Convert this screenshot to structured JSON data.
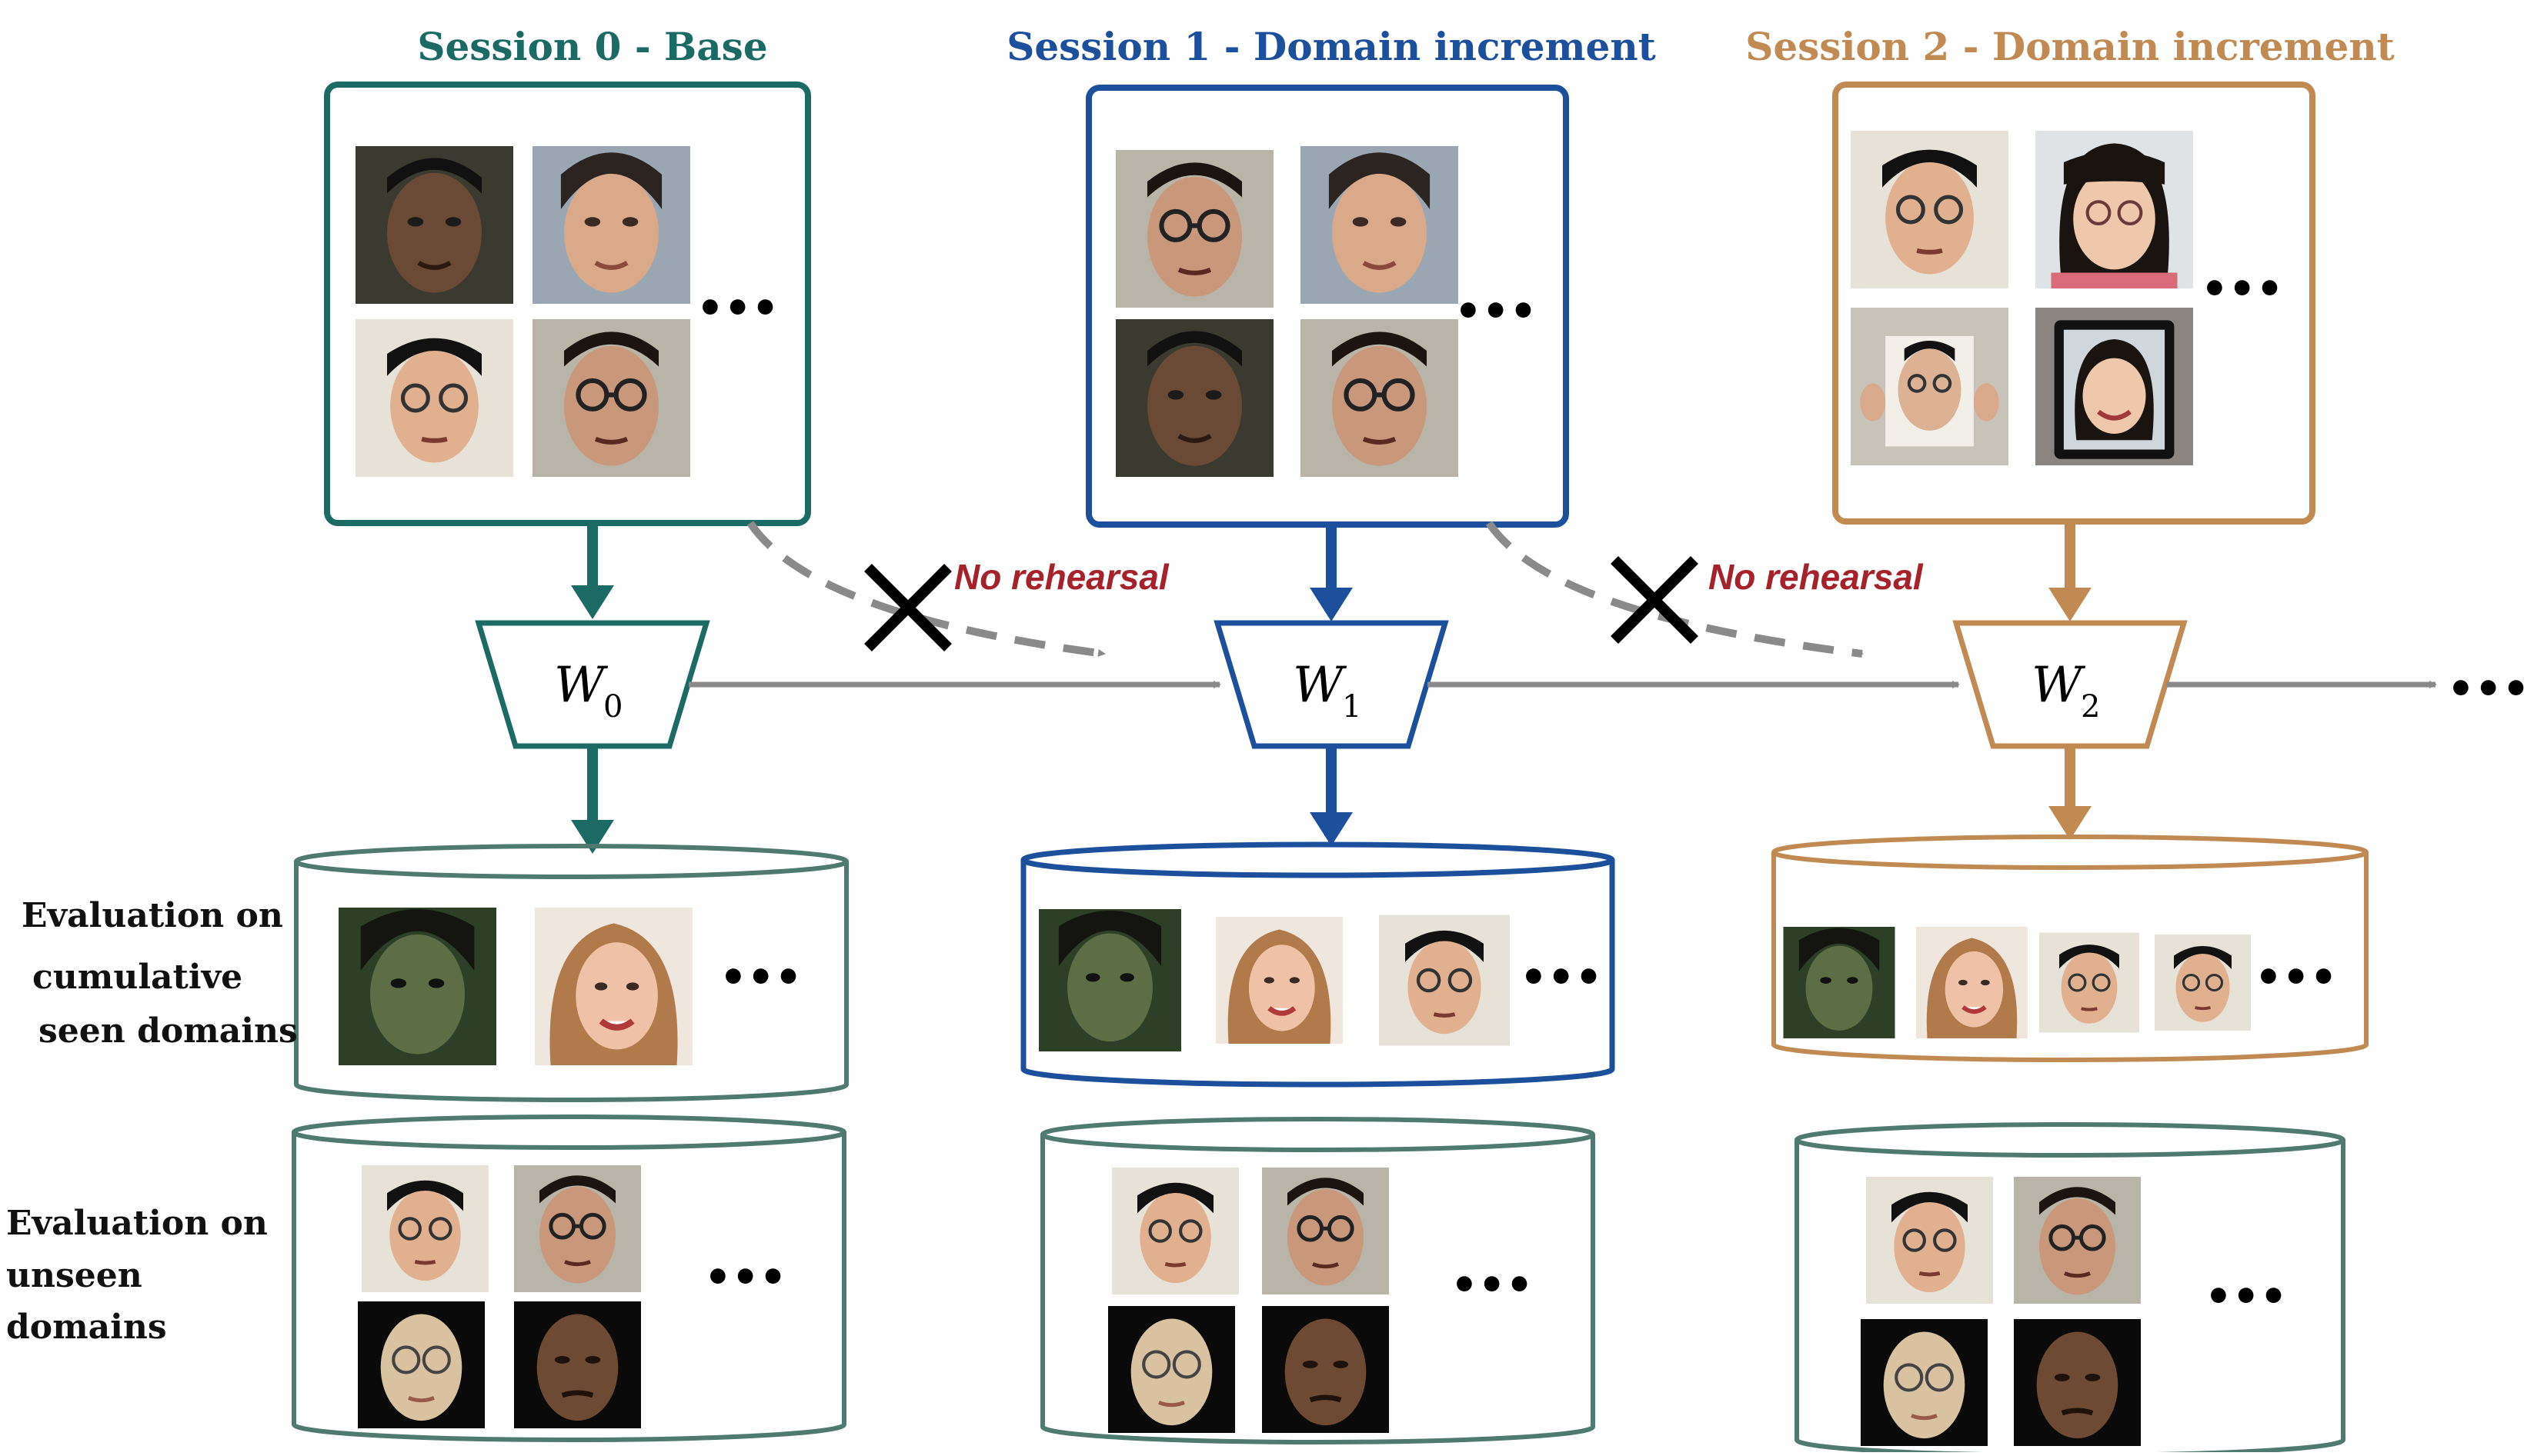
{
  "colors": {
    "session0": "#1b6b64",
    "session1": "#1c4f9c",
    "session2": "#c08a52",
    "eval_border": "#4f7a6f",
    "gray_arrow": "#8a8a8a",
    "no_rehearsal": "#a6222a"
  },
  "sessions": [
    {
      "title": "Session 0 - Base",
      "model_symbol": "W",
      "model_subscript": "0"
    },
    {
      "title": "Session 1 - Domain increment",
      "model_symbol": "W",
      "model_subscript": "1"
    },
    {
      "title": "Session 2 - Domain increment",
      "model_symbol": "W",
      "model_subscript": "2"
    }
  ],
  "no_rehearsal_label": "No rehearsal",
  "ellipsis": "•••",
  "labels": {
    "eval_seen": [
      "Evaluation on",
      "cumulative",
      "seen domains"
    ],
    "eval_unseen": [
      "Evaluation on",
      "unseen",
      "domains"
    ]
  },
  "icons": [
    "face-photo",
    "cross-icon",
    "arrow-icon",
    "cylinder-database"
  ]
}
